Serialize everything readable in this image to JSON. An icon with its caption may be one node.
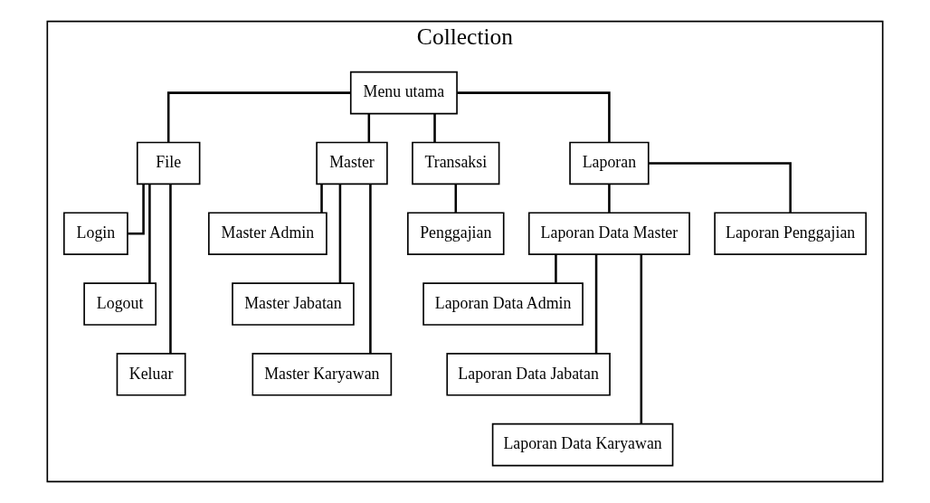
{
  "diagram": {
    "nodes": [
      {
        "text": [
          "Collection"
        ]
      },
      {
        "text": [
          "Menu utama"
        ],
        "in": 0
      },
      {
        "text": [
          "File"
        ],
        "in": 0
      },
      {
        "text": [
          "Master"
        ],
        "in": 0
      },
      {
        "text": [
          "Transaksi"
        ],
        "in": 0
      },
      {
        "text": [
          "Laporan"
        ],
        "in": 0
      },
      {
        "text": [
          "Login"
        ],
        "in": 0
      },
      {
        "text": [
          "Logout"
        ],
        "in": 0
      },
      {
        "text": [
          "Keluar"
        ],
        "in": 0
      },
      {
        "text": [
          "Master Admin"
        ],
        "in": 0
      },
      {
        "text": [
          "Master Jabatan"
        ],
        "in": 0
      },
      {
        "text": [
          "Master Karyawan"
        ],
        "in": 0
      },
      {
        "text": [
          "Penggajian"
        ],
        "in": 0
      },
      {
        "text": [
          "Laporan Data Master"
        ],
        "in": 0
      },
      {
        "text": [
          "Laporan Penggajian"
        ],
        "in": 0
      },
      {
        "text": [
          "Laporan Data Admin"
        ],
        "in": 0
      },
      {
        "text": [
          "Laporan Data Jabatan"
        ],
        "in": 0
      },
      {
        "text": [
          "Laporan Data Karyawan"
        ],
        "in": 0
      }
    ],
    "edges": [
      {
        "from": 1,
        "to": 2,
        "arrow": "none"
      },
      {
        "from": 1,
        "to": 3,
        "arrow": "none"
      },
      {
        "from": 1,
        "to": 4,
        "arrow": "none"
      },
      {
        "from": 1,
        "to": 5,
        "arrow": "none"
      },
      {
        "from": 2,
        "to": 6,
        "arrow": "none"
      },
      {
        "from": 2,
        "to": 7,
        "arrow": "none"
      },
      {
        "from": 2,
        "to": 8,
        "arrow": "none"
      },
      {
        "from": 3,
        "to": 9,
        "arrow": "none"
      },
      {
        "from": 3,
        "to": 10,
        "arrow": "none"
      },
      {
        "from": 3,
        "to": 11,
        "arrow": "none"
      },
      {
        "from": 4,
        "to": 12,
        "arrow": "none"
      },
      {
        "from": 5,
        "to": 13,
        "arrow": "none"
      },
      {
        "from": 5,
        "to": 14,
        "arrow": "none"
      },
      {
        "from": 13,
        "to": 15,
        "arrow": "none"
      },
      {
        "from": 13,
        "to": 16,
        "arrow": "none"
      },
      {
        "from": 13,
        "to": 17,
        "arrow": "none"
      }
    ]
  }
}
